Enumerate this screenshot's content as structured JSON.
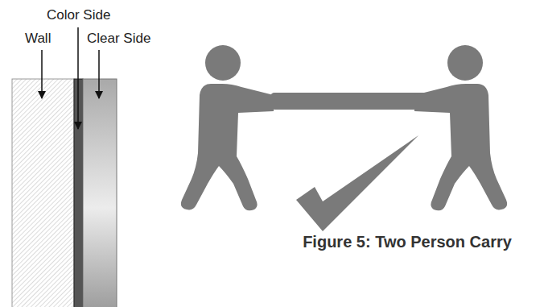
{
  "diagram": {
    "caption": "Figure 5: Two Person Carry",
    "labels": [
      "Color Side",
      "Wall",
      "Clear Side"
    ]
  }
}
